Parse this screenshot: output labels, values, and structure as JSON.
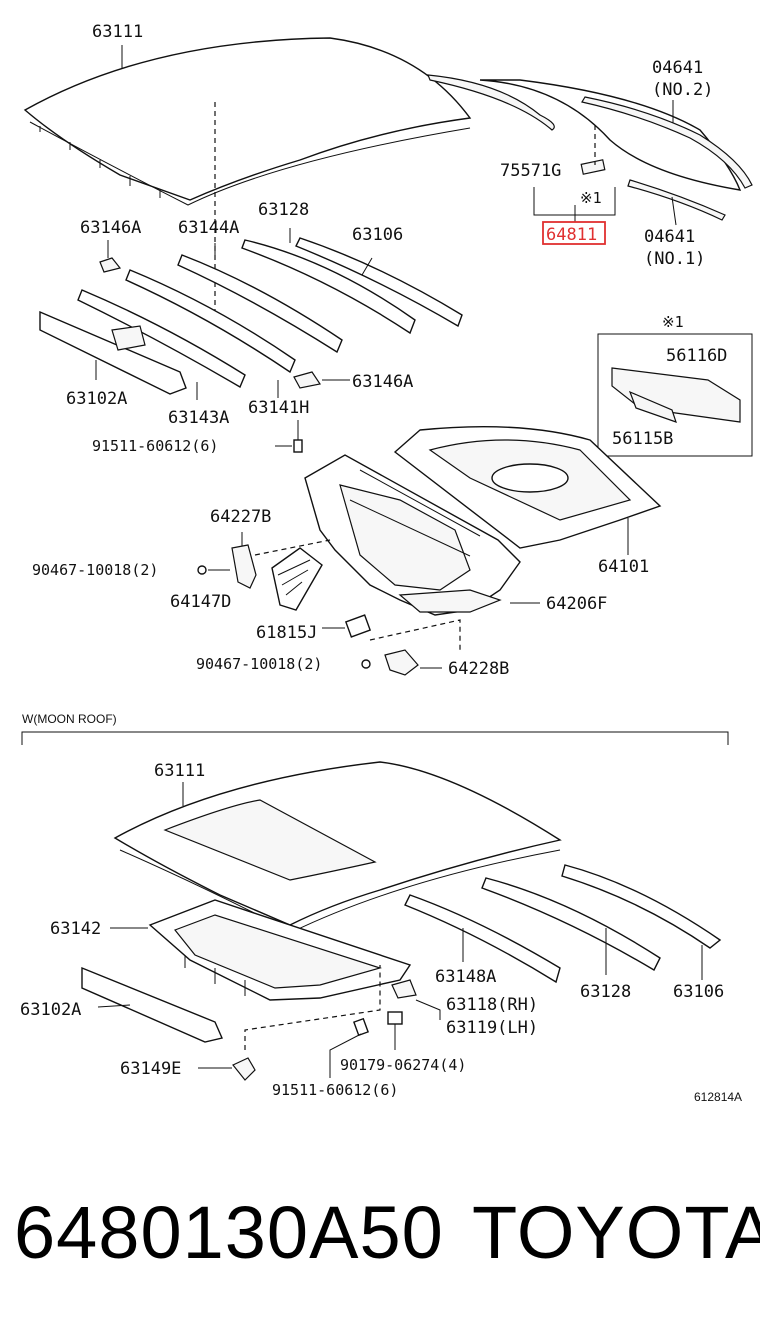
{
  "diagram": {
    "labels_top": {
      "roof_panel": "63111",
      "molding_no2": "04641",
      "molding_no2_sub": "(NO.2)",
      "back_window": "75571G",
      "ref_mark_1": "※1",
      "highlighted_part": "64811",
      "molding_no1": "04641",
      "molding_no1_sub": "(NO.1)",
      "reinf_146a_top": "63146A",
      "reinf_144a": "63144A",
      "reinf_128": "63128",
      "reinf_106": "63106",
      "inset_mark": "※1",
      "inset_116d": "56116D",
      "inset_115b": "56115B",
      "reinf_146a_mid": "63146A",
      "header_102a": "63102A",
      "reinf_143a": "63143A",
      "reinf_141h": "63141H",
      "bolt_91511": "91511-60612(6)",
      "bracket_227b": "64227B",
      "shelf_101": "64101",
      "clip_90467_a": "90467-10018(2)",
      "cover_147d": "64147D",
      "panel_206f": "64206F",
      "pad_815j": "61815J",
      "clip_90467_b": "90467-10018(2)",
      "bracket_228b": "64228B"
    },
    "section_title": "W(MOON ROOF)",
    "labels_bottom": {
      "roof_panel": "63111",
      "frame_142": "63142",
      "header_102a": "63102A",
      "reinf_148a": "63148A",
      "reinf_128": "63128",
      "reinf_106": "63106",
      "bracket_rh": "63118(RH)",
      "bracket_lh": "63119(LH)",
      "screw_90179": "90179-06274(4)",
      "bolt_91511": "91511-60612(6)",
      "clip_149e": "63149E"
    },
    "figure_code": "612814A"
  },
  "footer": {
    "part_number": "6480130A50",
    "brand": "TOYOTA"
  },
  "colors": {
    "highlight": "#e03030",
    "line": "#111111",
    "background": "#ffffff"
  }
}
